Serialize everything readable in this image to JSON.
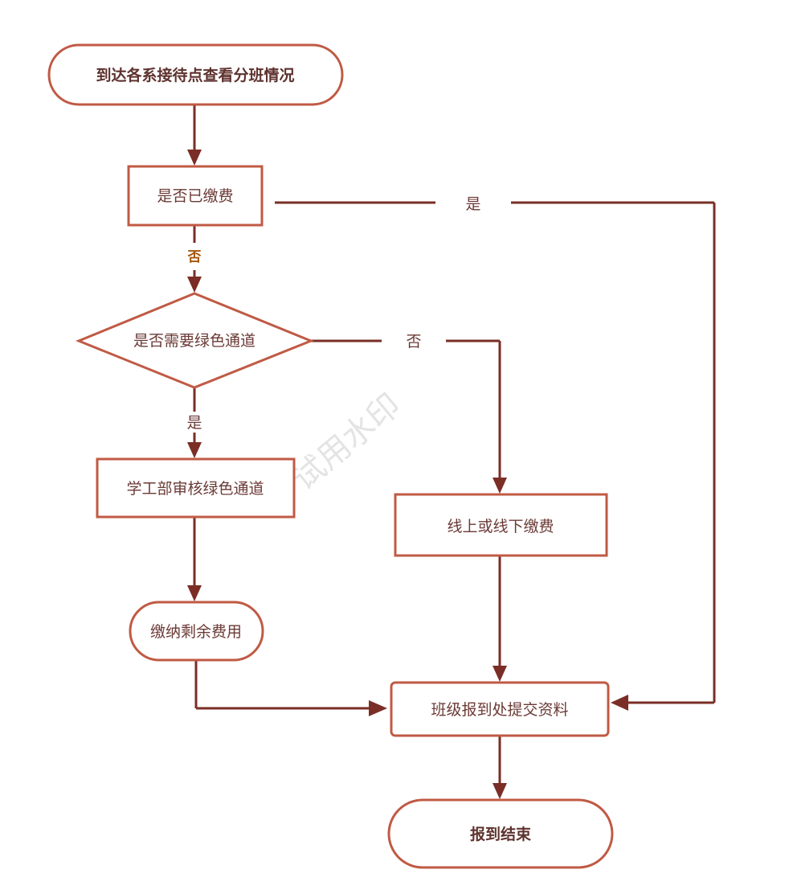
{
  "diagram": {
    "nodes": {
      "start": {
        "label": "到达各系接待点查看分班情况",
        "shape": "terminal"
      },
      "paid_check": {
        "label": "是否已缴费",
        "shape": "process"
      },
      "green_check": {
        "label": "是否需要绿色通道",
        "shape": "decision"
      },
      "green_review": {
        "label": "学工部审核绿色通道",
        "shape": "process"
      },
      "pay_rest": {
        "label": "缴纳剩余费用",
        "shape": "terminal"
      },
      "pay_online": {
        "label": "线上或线下缴费",
        "shape": "process"
      },
      "submit_docs": {
        "label": "班级报到处提交资料",
        "shape": "process"
      },
      "end": {
        "label": "报到结束",
        "shape": "terminal"
      }
    },
    "edges": [
      {
        "from": "start",
        "to": "paid_check",
        "label": ""
      },
      {
        "from": "paid_check",
        "to": "submit_docs",
        "label": "是"
      },
      {
        "from": "paid_check",
        "to": "green_check",
        "label": "否"
      },
      {
        "from": "green_check",
        "to": "pay_online",
        "label": "否"
      },
      {
        "from": "green_check",
        "to": "green_review",
        "label": "是"
      },
      {
        "from": "green_review",
        "to": "pay_rest",
        "label": ""
      },
      {
        "from": "pay_rest",
        "to": "submit_docs",
        "label": ""
      },
      {
        "from": "pay_online",
        "to": "submit_docs",
        "label": ""
      },
      {
        "from": "submit_docs",
        "to": "end",
        "label": ""
      }
    ],
    "watermark": "试用水印",
    "colors": {
      "shape_border": "#c05a44",
      "connector": "#7a2e26",
      "text": "#6b3a36",
      "highlight_label": "#a4550a"
    }
  }
}
